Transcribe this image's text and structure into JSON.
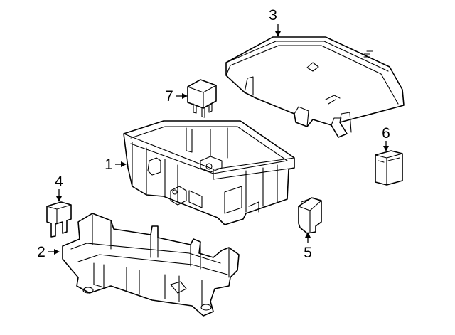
{
  "diagram": {
    "type": "exploded-parts-diagram",
    "colors": {
      "line": "#000000",
      "background": "#ffffff"
    },
    "callouts": [
      {
        "id": "1",
        "label": "1",
        "part": "fuse-box-housing"
      },
      {
        "id": "2",
        "label": "2",
        "part": "lower-bracket"
      },
      {
        "id": "3",
        "label": "3",
        "part": "upper-cover"
      },
      {
        "id": "4",
        "label": "4",
        "part": "blade-fuse"
      },
      {
        "id": "5",
        "label": "5",
        "part": "cartridge-fuse"
      },
      {
        "id": "6",
        "label": "6",
        "part": "maxi-fuse"
      },
      {
        "id": "7",
        "label": "7",
        "part": "relay"
      }
    ]
  }
}
